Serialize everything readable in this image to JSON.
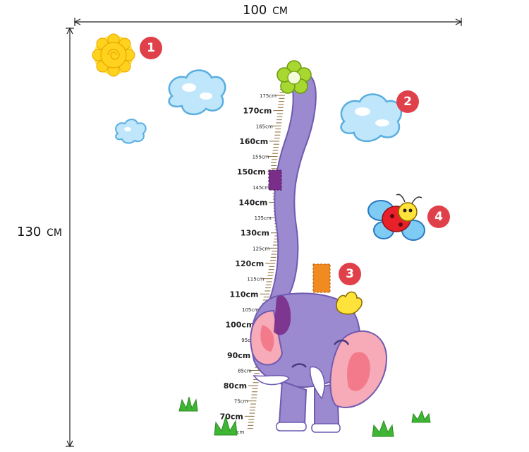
{
  "dimensions": {
    "width_value": "100",
    "width_unit": "СМ",
    "height_value": "130",
    "height_unit": "СМ"
  },
  "badges": [
    "1",
    "2",
    "3",
    "4"
  ],
  "ruler": {
    "marks": [
      {
        "label": "175cm",
        "value": 175,
        "major": false
      },
      {
        "label": "170cm",
        "value": 170,
        "major": true
      },
      {
        "label": "165cm",
        "value": 165,
        "major": false
      },
      {
        "label": "160cm",
        "value": 160,
        "major": true
      },
      {
        "label": "155cm",
        "value": 155,
        "major": false
      },
      {
        "label": "150cm",
        "value": 150,
        "major": true
      },
      {
        "label": "145cm",
        "value": 145,
        "major": false
      },
      {
        "label": "140cm",
        "value": 140,
        "major": true
      },
      {
        "label": "135cm",
        "value": 135,
        "major": false
      },
      {
        "label": "130cm",
        "value": 130,
        "major": true
      },
      {
        "label": "125cm",
        "value": 125,
        "major": false
      },
      {
        "label": "120cm",
        "value": 120,
        "major": true
      },
      {
        "label": "115cm",
        "value": 115,
        "major": false
      },
      {
        "label": "110cm",
        "value": 110,
        "major": true
      },
      {
        "label": "105cm",
        "value": 105,
        "major": false
      },
      {
        "label": "100cm",
        "value": 100,
        "major": true
      },
      {
        "label": "95cm",
        "value": 95,
        "major": false
      },
      {
        "label": "90cm",
        "value": 90,
        "major": true
      },
      {
        "label": "85cm",
        "value": 85,
        "major": false
      },
      {
        "label": "80cm",
        "value": 80,
        "major": true
      },
      {
        "label": "75cm",
        "value": 75,
        "major": false
      },
      {
        "label": "70cm",
        "value": 70,
        "major": true
      },
      {
        "label": "65cm",
        "value": 65,
        "major": false
      }
    ]
  },
  "colors": {
    "ruler": "#8a6a3a",
    "elephant": "#9b8ad0",
    "elephant_dark": "#6f5ab0",
    "ear_inner": "#f27a8a",
    "sun": "#ffd21e",
    "cloud": "#7ec8f0",
    "flower": "#9ccc28",
    "badge": "#e0404a",
    "grass": "#3fb534"
  },
  "icons": [
    "sun-icon",
    "cloud-icon",
    "flower-icon",
    "bird-icon",
    "ladybug-icon",
    "grass-icon"
  ]
}
